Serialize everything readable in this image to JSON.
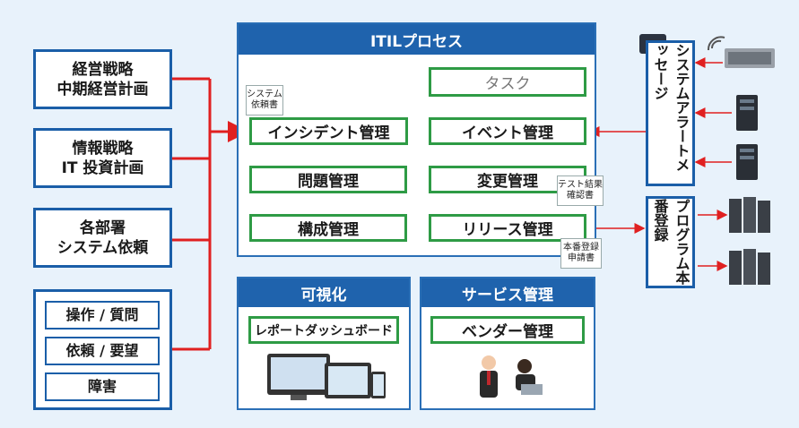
{
  "left": {
    "box1": [
      "経営戦略",
      "中期経営計画"
    ],
    "box2": [
      "情報戦略",
      "IT 投資計画"
    ],
    "box3": [
      "各部署",
      "システム依頼"
    ],
    "box4": [
      "操作 / 質問",
      "依頼 / 要望",
      "障害"
    ]
  },
  "itil": {
    "title": "ITILプロセス",
    "task": "タスク",
    "incident": "インシデント管理",
    "event": "イベント管理",
    "problem": "問題管理",
    "change": "変更管理",
    "config": "構成管理",
    "release": "リリース管理",
    "doc_request": [
      "システム",
      "依頼書"
    ],
    "doc_test": [
      "テスト結果",
      "確認書"
    ],
    "doc_release": [
      "本番登録",
      "申請書"
    ]
  },
  "visual": {
    "title": "可視化",
    "item": "レポートダッシュボード"
  },
  "service": {
    "title": "サービス管理",
    "item": "ベンダー管理"
  },
  "right": {
    "alert": "システムアラートメッセージ",
    "program": "プログラム本番登録"
  },
  "colors": {
    "blue": "#1f63ad",
    "green": "#2e9b45",
    "red": "#e02020",
    "bg": "#e8f2fb"
  }
}
